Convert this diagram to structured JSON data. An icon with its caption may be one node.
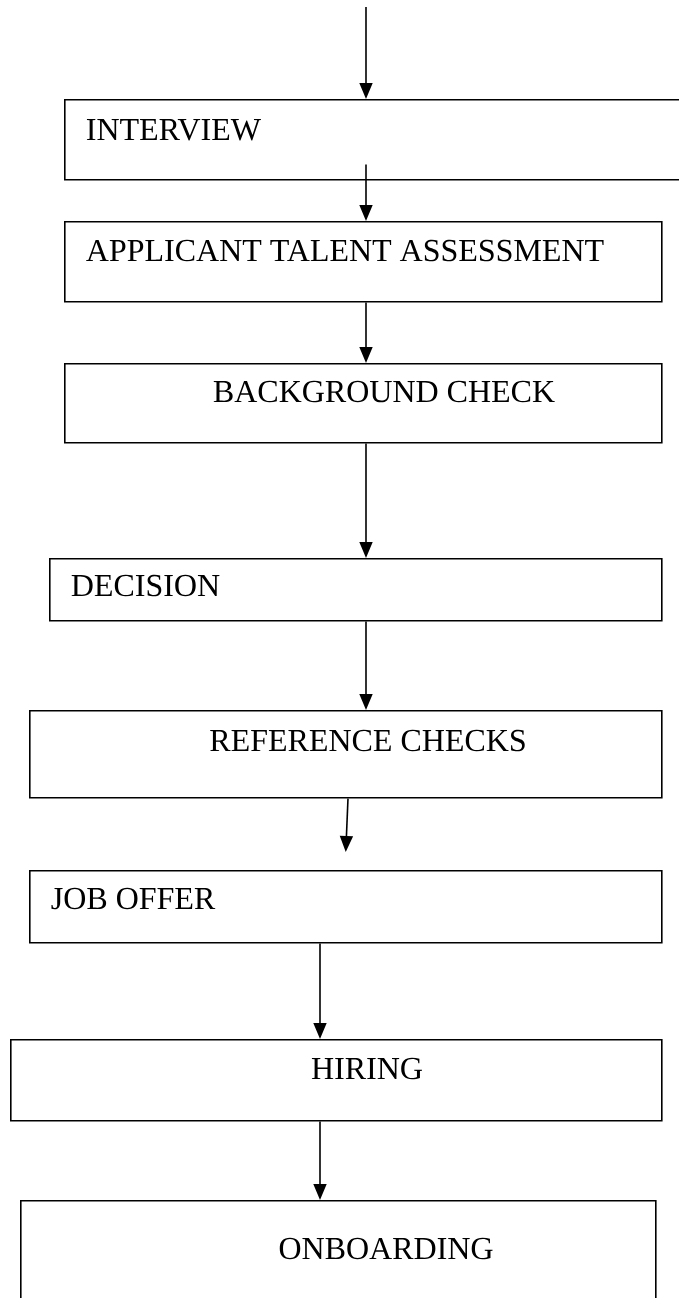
{
  "diagram": {
    "nodes": [
      {
        "text": [
          "INTERVIEW"
        ]
      },
      {
        "text": [
          "APPLICANT TALENT ASSESSMENT"
        ]
      },
      {
        "text": [
          "BACKGROUND CHECK"
        ]
      },
      {
        "text": [
          "DECISION"
        ]
      },
      {
        "text": [
          "REFERENCE CHECKS"
        ]
      },
      {
        "text": [
          "JOB OFFER"
        ]
      },
      {
        "text": [
          "HIRING"
        ]
      },
      {
        "text": [
          "ONBOARDING"
        ]
      }
    ],
    "edges": [
      {
        "from": null,
        "to": 0,
        "arrow": "to"
      },
      {
        "from": 0,
        "to": 1,
        "arrow": "to"
      },
      {
        "from": 1,
        "to": 2,
        "arrow": "to"
      },
      {
        "from": 2,
        "to": 3,
        "arrow": "to"
      },
      {
        "from": 3,
        "to": 4,
        "arrow": "to"
      },
      {
        "from": 4,
        "to": 5,
        "arrow": "to"
      },
      {
        "from": 5,
        "to": 6,
        "arrow": "to"
      },
      {
        "from": 6,
        "to": 7,
        "arrow": "to"
      }
    ]
  }
}
